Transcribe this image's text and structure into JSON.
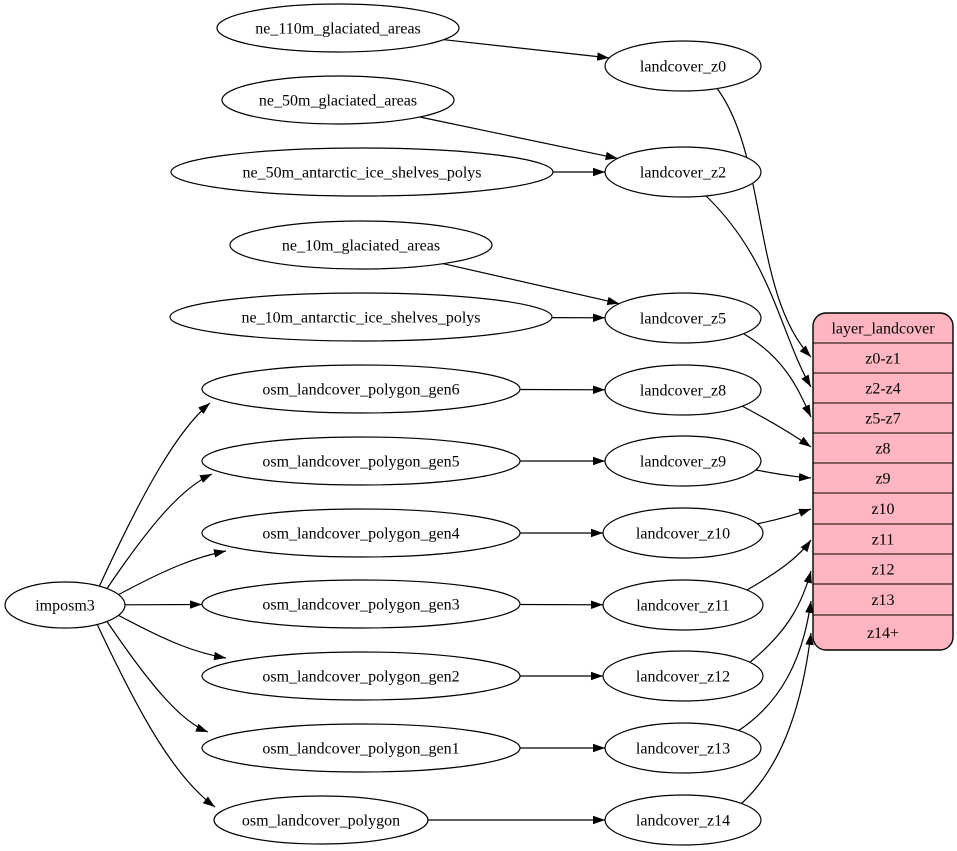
{
  "diagram": {
    "colors": {
      "background": "#ffffff",
      "node_fill": "#ffffff",
      "node_stroke": "#000000",
      "edge_color": "#000000",
      "table_fill": "#ffb6c1",
      "text_color": "#000000"
    },
    "nodes": [
      {
        "id": "imposm3",
        "label": "imposm3"
      },
      {
        "id": "ne_110m_glaciated_areas",
        "label": "ne_110m_glaciated_areas"
      },
      {
        "id": "ne_50m_glaciated_areas",
        "label": "ne_50m_glaciated_areas"
      },
      {
        "id": "ne_50m_antarctic_ice_shelves_polys",
        "label": "ne_50m_antarctic_ice_shelves_polys"
      },
      {
        "id": "ne_10m_glaciated_areas",
        "label": "ne_10m_glaciated_areas"
      },
      {
        "id": "ne_10m_antarctic_ice_shelves_polys",
        "label": "ne_10m_antarctic_ice_shelves_polys"
      },
      {
        "id": "osm_landcover_polygon_gen6",
        "label": "osm_landcover_polygon_gen6"
      },
      {
        "id": "osm_landcover_polygon_gen5",
        "label": "osm_landcover_polygon_gen5"
      },
      {
        "id": "osm_landcover_polygon_gen4",
        "label": "osm_landcover_polygon_gen4"
      },
      {
        "id": "osm_landcover_polygon_gen3",
        "label": "osm_landcover_polygon_gen3"
      },
      {
        "id": "osm_landcover_polygon_gen2",
        "label": "osm_landcover_polygon_gen2"
      },
      {
        "id": "osm_landcover_polygon_gen1",
        "label": "osm_landcover_polygon_gen1"
      },
      {
        "id": "osm_landcover_polygon",
        "label": "osm_landcover_polygon"
      },
      {
        "id": "landcover_z0",
        "label": "landcover_z0"
      },
      {
        "id": "landcover_z2",
        "label": "landcover_z2"
      },
      {
        "id": "landcover_z5",
        "label": "landcover_z5"
      },
      {
        "id": "landcover_z8",
        "label": "landcover_z8"
      },
      {
        "id": "landcover_z9",
        "label": "landcover_z9"
      },
      {
        "id": "landcover_z10",
        "label": "landcover_z10"
      },
      {
        "id": "landcover_z11",
        "label": "landcover_z11"
      },
      {
        "id": "landcover_z12",
        "label": "landcover_z12"
      },
      {
        "id": "landcover_z13",
        "label": "landcover_z13"
      },
      {
        "id": "landcover_z14",
        "label": "landcover_z14"
      }
    ],
    "table": {
      "id": "layer_landcover",
      "title": "layer_landcover",
      "rows": [
        "z0-z1",
        "z2-z4",
        "z5-z7",
        "z8",
        "z9",
        "z10",
        "z11",
        "z12",
        "z13",
        "z14+"
      ]
    },
    "edges": [
      {
        "from": "imposm3",
        "to": "osm_landcover_polygon_gen6"
      },
      {
        "from": "imposm3",
        "to": "osm_landcover_polygon_gen5"
      },
      {
        "from": "imposm3",
        "to": "osm_landcover_polygon_gen4"
      },
      {
        "from": "imposm3",
        "to": "osm_landcover_polygon_gen3"
      },
      {
        "from": "imposm3",
        "to": "osm_landcover_polygon_gen2"
      },
      {
        "from": "imposm3",
        "to": "osm_landcover_polygon_gen1"
      },
      {
        "from": "imposm3",
        "to": "osm_landcover_polygon"
      },
      {
        "from": "ne_110m_glaciated_areas",
        "to": "landcover_z0"
      },
      {
        "from": "ne_50m_glaciated_areas",
        "to": "landcover_z2"
      },
      {
        "from": "ne_50m_antarctic_ice_shelves_polys",
        "to": "landcover_z2"
      },
      {
        "from": "ne_10m_glaciated_areas",
        "to": "landcover_z5"
      },
      {
        "from": "ne_10m_antarctic_ice_shelves_polys",
        "to": "landcover_z5"
      },
      {
        "from": "osm_landcover_polygon_gen6",
        "to": "landcover_z8"
      },
      {
        "from": "osm_landcover_polygon_gen5",
        "to": "landcover_z9"
      },
      {
        "from": "osm_landcover_polygon_gen4",
        "to": "landcover_z10"
      },
      {
        "from": "osm_landcover_polygon_gen3",
        "to": "landcover_z11"
      },
      {
        "from": "osm_landcover_polygon_gen2",
        "to": "landcover_z12"
      },
      {
        "from": "osm_landcover_polygon_gen1",
        "to": "landcover_z13"
      },
      {
        "from": "osm_landcover_polygon",
        "to": "landcover_z14"
      },
      {
        "from": "landcover_z0",
        "to": "layer_landcover.z0-z1"
      },
      {
        "from": "landcover_z2",
        "to": "layer_landcover.z2-z4"
      },
      {
        "from": "landcover_z5",
        "to": "layer_landcover.z5-z7"
      },
      {
        "from": "landcover_z8",
        "to": "layer_landcover.z8"
      },
      {
        "from": "landcover_z9",
        "to": "layer_landcover.z9"
      },
      {
        "from": "landcover_z10",
        "to": "layer_landcover.z10"
      },
      {
        "from": "landcover_z11",
        "to": "layer_landcover.z11"
      },
      {
        "from": "landcover_z12",
        "to": "layer_landcover.z12"
      },
      {
        "from": "landcover_z13",
        "to": "layer_landcover.z13"
      },
      {
        "from": "landcover_z14",
        "to": "layer_landcover.z14+"
      }
    ]
  }
}
